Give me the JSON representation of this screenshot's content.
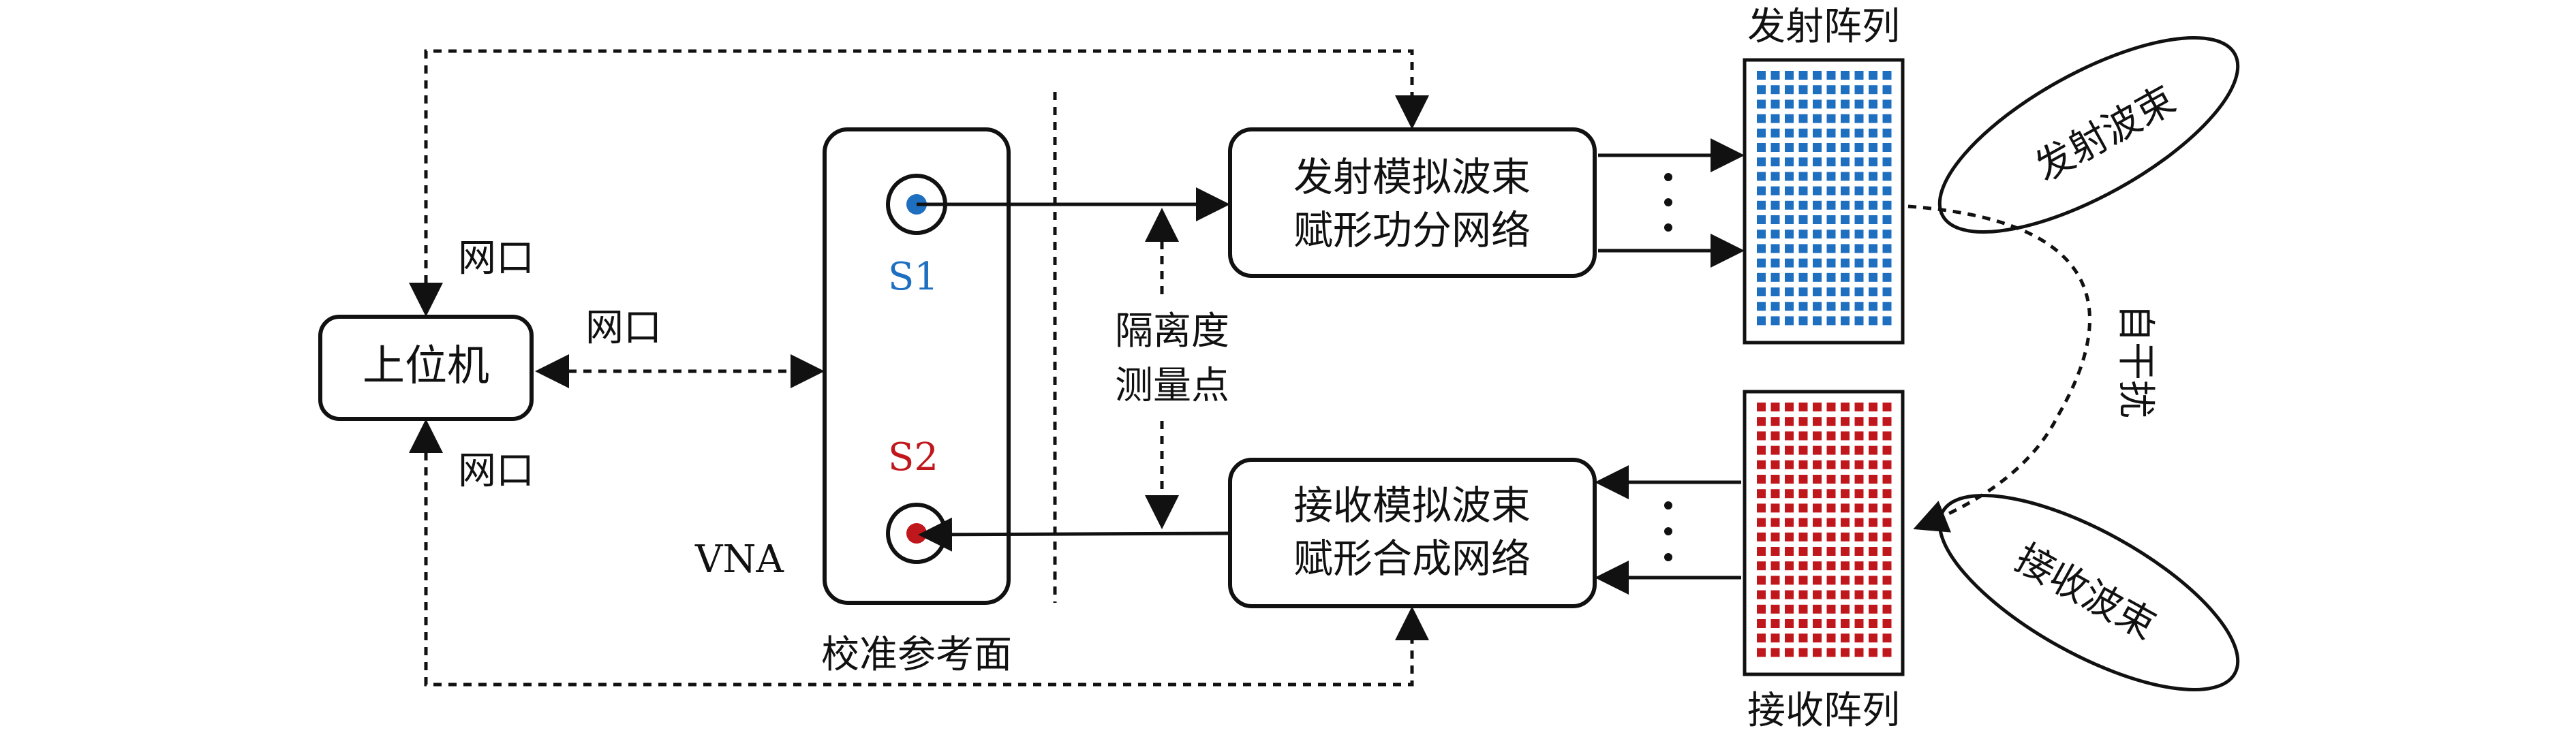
{
  "host": {
    "label": "上位机"
  },
  "net_port_top": "网口",
  "net_port_mid": "网口",
  "net_port_bottom": "网口",
  "vna": {
    "label": "VNA",
    "port1": "S1",
    "port2": "S2"
  },
  "calibration_plane": "校准参考面",
  "isolation_point": {
    "line1": "隔离度",
    "line2": "测量点"
  },
  "tx_network": {
    "line1": "发射模拟波束",
    "line2": "赋形功分网络"
  },
  "rx_network": {
    "line1": "接收模拟波束",
    "line2": "赋形合成网络"
  },
  "tx_array": "发射阵列",
  "rx_array": "接收阵列",
  "tx_beam": "发射波束",
  "rx_beam": "接收波束",
  "self_interference": "自干扰",
  "colors": {
    "tx": "#1f6fc0",
    "rx": "#c0171c",
    "line": "#111111"
  }
}
